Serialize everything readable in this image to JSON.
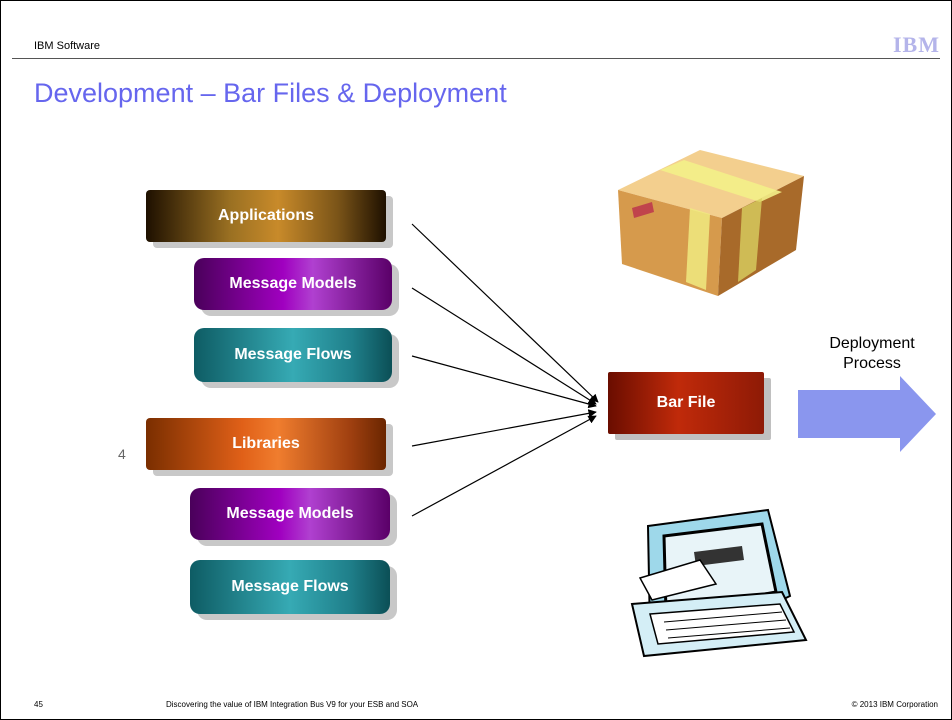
{
  "header": {
    "brand": "IBM Software",
    "logo": "IBM"
  },
  "title": "Development – Bar Files & Deployment",
  "sources": [
    {
      "label": "Applications",
      "color": "#a0701f"
    },
    {
      "label": "Message Models",
      "color": "#9c00c0"
    },
    {
      "label": "Message Flows",
      "color": "#2b9aa4"
    },
    {
      "label": "Libraries",
      "color": "#e06018"
    },
    {
      "label": "Message Models",
      "color": "#9c00c0"
    },
    {
      "label": "Message Flows",
      "color": "#2b9aa4"
    }
  ],
  "side_number": "4",
  "target": {
    "label": "Bar File",
    "color": "#b0220a"
  },
  "deployment": {
    "line1": "Deployment",
    "line2": "Process",
    "arrow_color": "#8a96ee"
  },
  "images": {
    "package": "cardboard-package-icon",
    "computer": "computer-terminal-icon"
  },
  "footer": {
    "page_number": "45",
    "course": "Discovering the value of IBM Integration Bus V9 for your ESB and SOA",
    "copyright": "© 2013 IBM Corporation"
  }
}
